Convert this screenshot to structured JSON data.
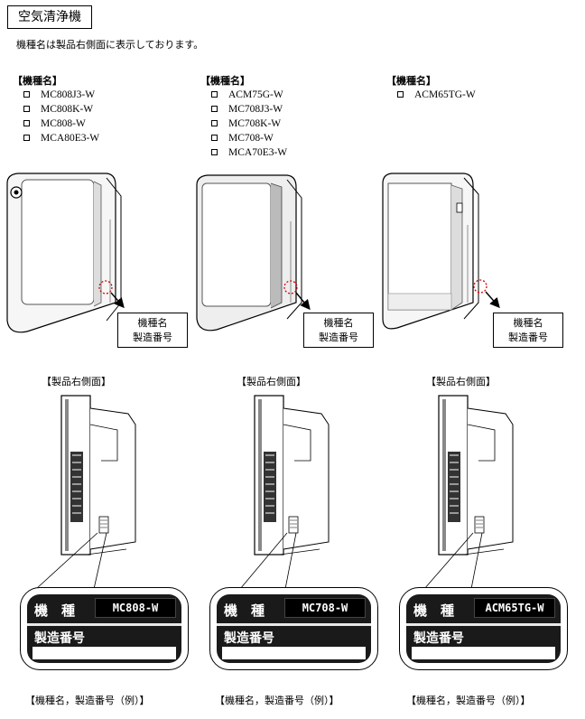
{
  "page_title": "空気清浄機",
  "intro": "機種名は製品右側面に表示しております。",
  "groups": [
    {
      "heading": "【機種名】",
      "models": [
        "MC808J3-W",
        "MC808K-W",
        "MC808-W",
        "MCA80E3-W"
      ]
    },
    {
      "heading": "【機種名】",
      "models": [
        "ACM75G-W",
        "MC708J3-W",
        "MC708K-W",
        "MC708-W",
        "MCA70E3-W"
      ]
    },
    {
      "heading": "【機種名】",
      "models": [
        "ACM65TG-W"
      ]
    }
  ],
  "callout": {
    "line1": "機種名",
    "line2": "製造番号"
  },
  "side_label": "【製品右側面】",
  "plates": [
    {
      "kishu": "機　種",
      "model": "MC808-W",
      "serial": "製造番号"
    },
    {
      "kishu": "機　種",
      "model": "MC708-W",
      "serial": "製造番号"
    },
    {
      "kishu": "機　種",
      "model": "ACM65TG-W",
      "serial": "製造番号"
    }
  ],
  "caption": "【機種名，製造番号（例）】",
  "colors": {
    "marker": "#d40000",
    "plate_dark": "#1a1a1a"
  }
}
